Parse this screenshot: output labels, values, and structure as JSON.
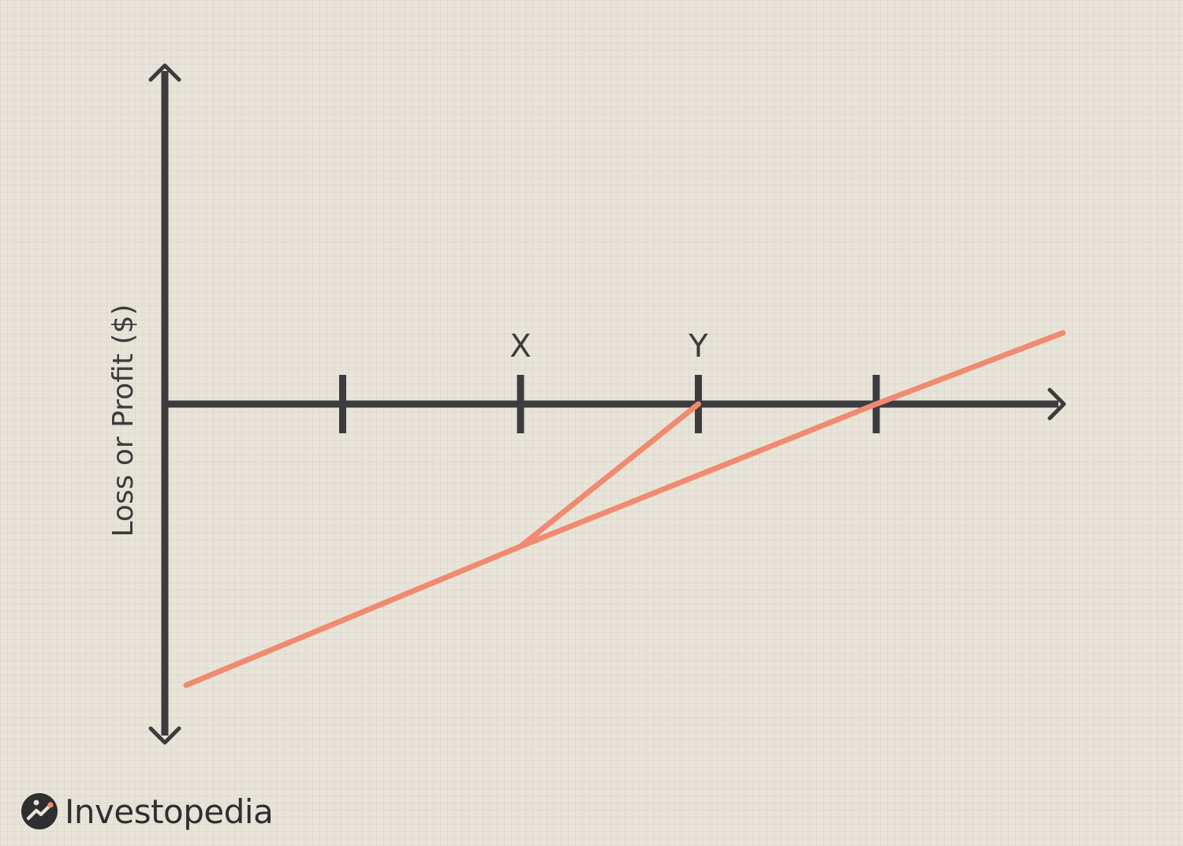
{
  "chart_data": {
    "type": "line",
    "ylabel": "Loss or Profit ($)",
    "xlabel": "",
    "ticks": [
      {
        "x": 1,
        "label": ""
      },
      {
        "x": 2,
        "label": "X"
      },
      {
        "x": 3,
        "label": "Y"
      },
      {
        "x": 4,
        "label": ""
      }
    ],
    "xlim": [
      0,
      5.1
    ],
    "ylim": [
      -1.9,
      1.85
    ],
    "series": [
      {
        "values": [
          {
            "x": 0.12,
            "y": -1.58
          },
          {
            "x": 2.0,
            "y": -0.8
          },
          {
            "x": 4.0,
            "y": 0.0
          },
          {
            "x": 5.05,
            "y": 0.4
          }
        ]
      },
      {
        "values": [
          {
            "x": 2.0,
            "y": -0.8
          },
          {
            "x": 3.0,
            "y": 0.0
          }
        ]
      }
    ],
    "colors": {
      "axis": "#3c3c3e",
      "line": "#f08a70",
      "background": "#e9e4d9"
    }
  },
  "brand": {
    "name": "Investopedia",
    "icon": "investopedia-logo-icon"
  }
}
